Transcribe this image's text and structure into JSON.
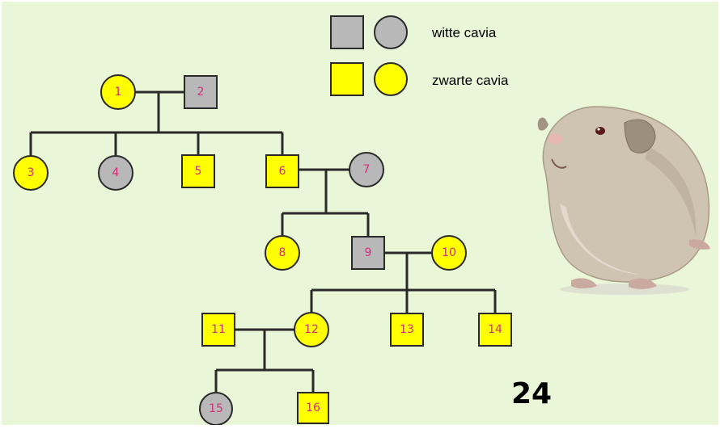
{
  "colors": {
    "background": "#eaf6d8",
    "white_guinea_pig": "#b8b8b8",
    "black_guinea_pig": "#ffff00",
    "individual_number": "#d62f7a",
    "line": "#2a2a2a"
  },
  "legend": {
    "white_label": "witte cavia",
    "black_label": "zwarte cavia"
  },
  "individuals": [
    {
      "id": "1",
      "sex": "female",
      "phenotype": "zwart"
    },
    {
      "id": "2",
      "sex": "male",
      "phenotype": "wit"
    },
    {
      "id": "3",
      "sex": "female",
      "phenotype": "zwart"
    },
    {
      "id": "4",
      "sex": "female",
      "phenotype": "wit"
    },
    {
      "id": "5",
      "sex": "male",
      "phenotype": "zwart"
    },
    {
      "id": "6",
      "sex": "male",
      "phenotype": "zwart"
    },
    {
      "id": "7",
      "sex": "female",
      "phenotype": "wit"
    },
    {
      "id": "8",
      "sex": "female",
      "phenotype": "zwart"
    },
    {
      "id": "9",
      "sex": "male",
      "phenotype": "wit"
    },
    {
      "id": "10",
      "sex": "female",
      "phenotype": "zwart"
    },
    {
      "id": "11",
      "sex": "male",
      "phenotype": "zwart"
    },
    {
      "id": "12",
      "sex": "female",
      "phenotype": "zwart"
    },
    {
      "id": "13",
      "sex": "male",
      "phenotype": "zwart"
    },
    {
      "id": "14",
      "sex": "male",
      "phenotype": "zwart"
    },
    {
      "id": "15",
      "sex": "female",
      "phenotype": "wit"
    },
    {
      "id": "16",
      "sex": "male",
      "phenotype": "zwart"
    }
  ],
  "page_number": "24",
  "photo_icon": "guinea-pig-photo"
}
